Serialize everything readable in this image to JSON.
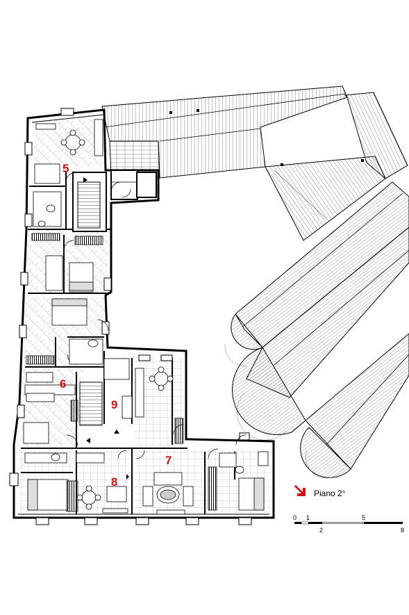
{
  "colors": {
    "label": "#cc1111",
    "wall": "#000000",
    "roof_line": "#333333",
    "floor_grid": "#9a9a9a",
    "parquet": "#bcbcbc"
  },
  "units": [
    {
      "id": "5",
      "label": "5"
    },
    {
      "id": "6",
      "label": "6"
    },
    {
      "id": "7",
      "label": "7"
    },
    {
      "id": "8",
      "label": "8"
    },
    {
      "id": "9",
      "label": "9"
    }
  ],
  "legend": {
    "floor_label": "Piano 2°",
    "arrow_icon": "north-arrow-icon"
  },
  "scale_bar": {
    "ticks_top": [
      "0",
      "1",
      "5"
    ],
    "ticks_bottom": [
      "2",
      "8"
    ]
  }
}
